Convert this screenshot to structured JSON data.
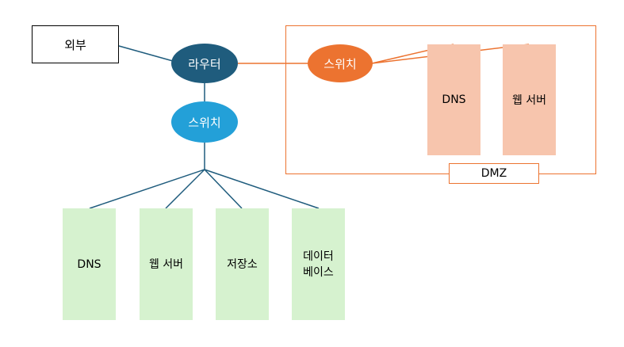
{
  "nodes": {
    "outside": "외부",
    "router": "라우터",
    "main_switch": "스위치",
    "dmz_switch": "스위치",
    "dmz_label": "DMZ",
    "dmz_servers": [
      "DNS",
      "웹 서버"
    ],
    "lan_servers": [
      "DNS",
      "웹 서버",
      "저장소",
      "데이터\n베이스"
    ]
  },
  "colors": {
    "router": "#1f5c7d",
    "main_switch": "#23a0d8",
    "dmz_accent": "#ec7330",
    "dmz_server_fill": "#f7c5ad",
    "lan_server_fill": "#d6f2cf",
    "link_blue": "#1f5c7d"
  }
}
